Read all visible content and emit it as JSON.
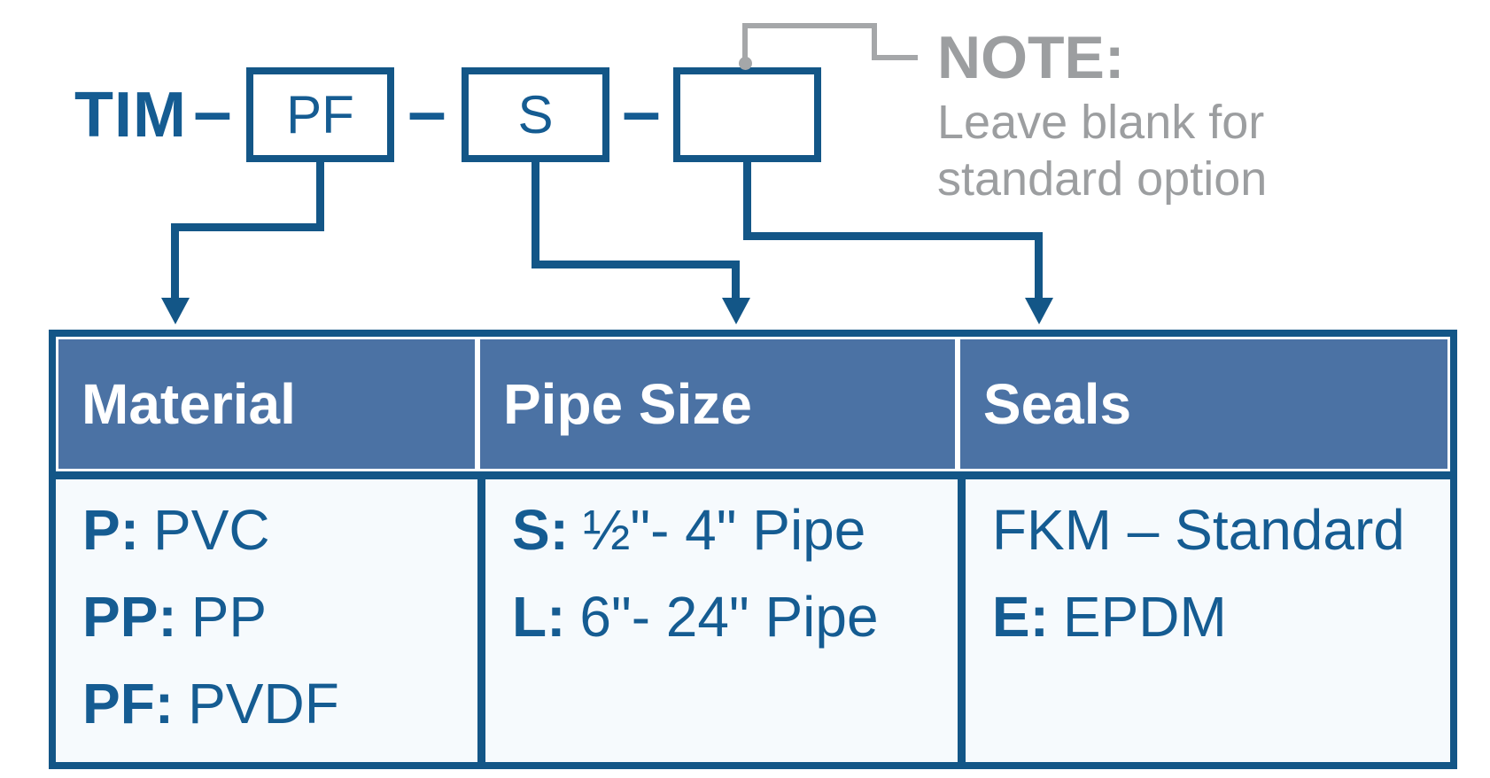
{
  "colors": {
    "line_blue": "#135687",
    "text_blue": "#155c92",
    "header_blue": "#4b72a4",
    "body_bg": "#f6fafd",
    "note_gray": "#9c9ea0",
    "line_gray": "#a5a7a9"
  },
  "product_code": {
    "prefix": "TIM",
    "separator": "–",
    "boxes": [
      {
        "id": "material",
        "value": "PF"
      },
      {
        "id": "pipe-size",
        "value": "S"
      },
      {
        "id": "seals",
        "value": ""
      }
    ]
  },
  "note": {
    "title": "NOTE:",
    "line1": "Leave blank for",
    "line2": "standard option"
  },
  "table": {
    "columns": [
      {
        "header": "Material",
        "rows": [
          {
            "code": "P:",
            "label": "PVC"
          },
          {
            "code": "PP:",
            "label": "PP"
          },
          {
            "code": "PF:",
            "label": "PVDF"
          }
        ]
      },
      {
        "header": "Pipe Size",
        "rows": [
          {
            "code": "S:",
            "label": "½\"- 4\" Pipe"
          },
          {
            "code": "L:",
            "label": "6\"- 24\" Pipe"
          }
        ]
      },
      {
        "header": "Seals",
        "rows": [
          {
            "code": "",
            "label": "FKM – Standard"
          },
          {
            "code": "E:",
            "label": "EPDM"
          }
        ]
      }
    ]
  }
}
